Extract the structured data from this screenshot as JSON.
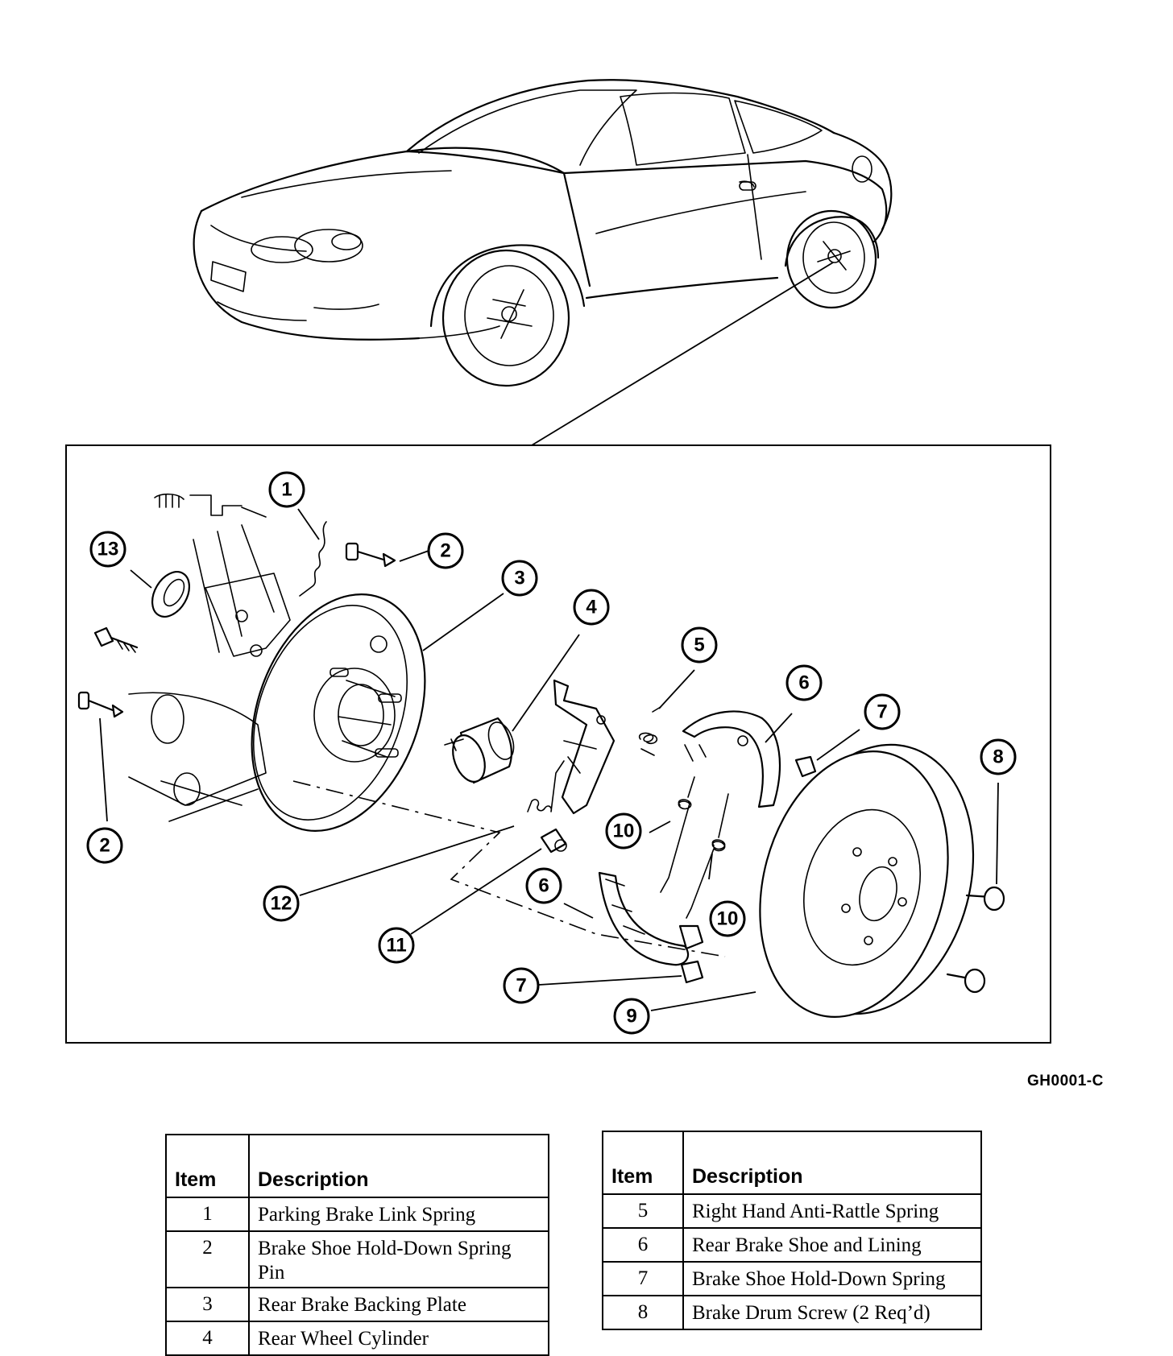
{
  "figure_code": "GH0001-C",
  "callouts": [
    "1",
    "2",
    "3",
    "4",
    "5",
    "6",
    "7",
    "8",
    "9",
    "10",
    "11",
    "12",
    "13"
  ],
  "legend_left": {
    "headers": {
      "item": "Item",
      "description": "Description"
    },
    "rows": [
      {
        "item": "1",
        "description": "Parking Brake Link Spring"
      },
      {
        "item": "2",
        "description": "Brake Shoe Hold-Down Spring Pin"
      },
      {
        "item": "3",
        "description": "Rear Brake Backing Plate"
      },
      {
        "item": "4",
        "description": "Rear Wheel Cylinder"
      }
    ]
  },
  "legend_right": {
    "headers": {
      "item": "Item",
      "description": "Description"
    },
    "rows": [
      {
        "item": "5",
        "description": "Right Hand Anti-Rattle Spring"
      },
      {
        "item": "6",
        "description": "Rear Brake Shoe and Lining"
      },
      {
        "item": "7",
        "description": "Brake Shoe Hold-Down Spring"
      },
      {
        "item": "8",
        "description": "Brake Drum Screw (2 Req’d)"
      }
    ]
  }
}
